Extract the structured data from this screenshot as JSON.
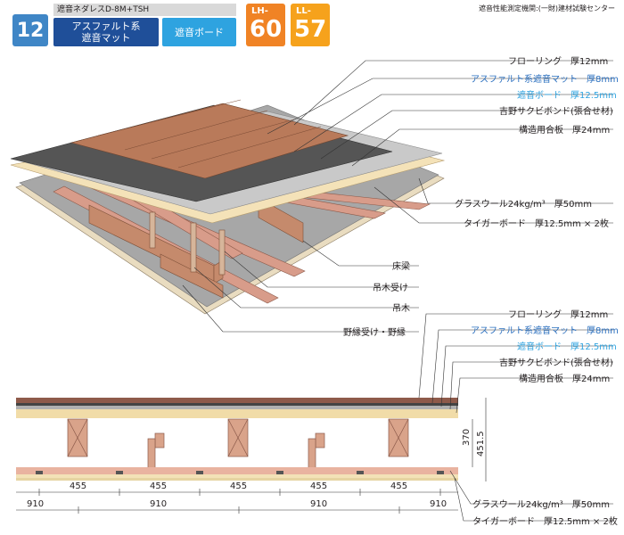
{
  "header": {
    "number": "12",
    "spec": "遮音ネダレスD-8M+TSH",
    "material_a_line1": "アスファルト系",
    "material_a_line2": "遮音マット",
    "material_b": "遮音ボード",
    "lh_prefix": "LH-",
    "lh_value": "60",
    "ll_prefix": "LL-",
    "ll_value": "57",
    "org": "遮音性能測定機関:(一財)建材試験センター"
  },
  "layers": {
    "flooring": "フローリング　厚12mm",
    "asphalt_mat": "アスファルト系遮音マット　厚8mm",
    "sound_board": "遮音ボード　厚12.5mm",
    "yoshino_bond": "吉野サクビボンド(張合せ材)",
    "structural_plywood": "構造用合板　厚24mm",
    "glass_wool": "グラスウール24kg/m³　厚50mm",
    "tiger_board": "タイガーボード　厚12.5mm × 2枚"
  },
  "parts": {
    "floor_beam": "床梁",
    "hanger_receiver": "吊木受け",
    "hanger": "吊木",
    "ceiling_joist": "野縁受け・野縁"
  },
  "dimensions": {
    "spacing_small": "455",
    "spacing_large": "910",
    "height_370": "370",
    "height_451": "451.5"
  },
  "colors": {
    "badge_blue": "#3f86c6",
    "mat_navy": "#1f4f99",
    "board_cyan": "#2ea3e0",
    "lh_orange": "#f08325",
    "ll_orange": "#f6a21c"
  }
}
